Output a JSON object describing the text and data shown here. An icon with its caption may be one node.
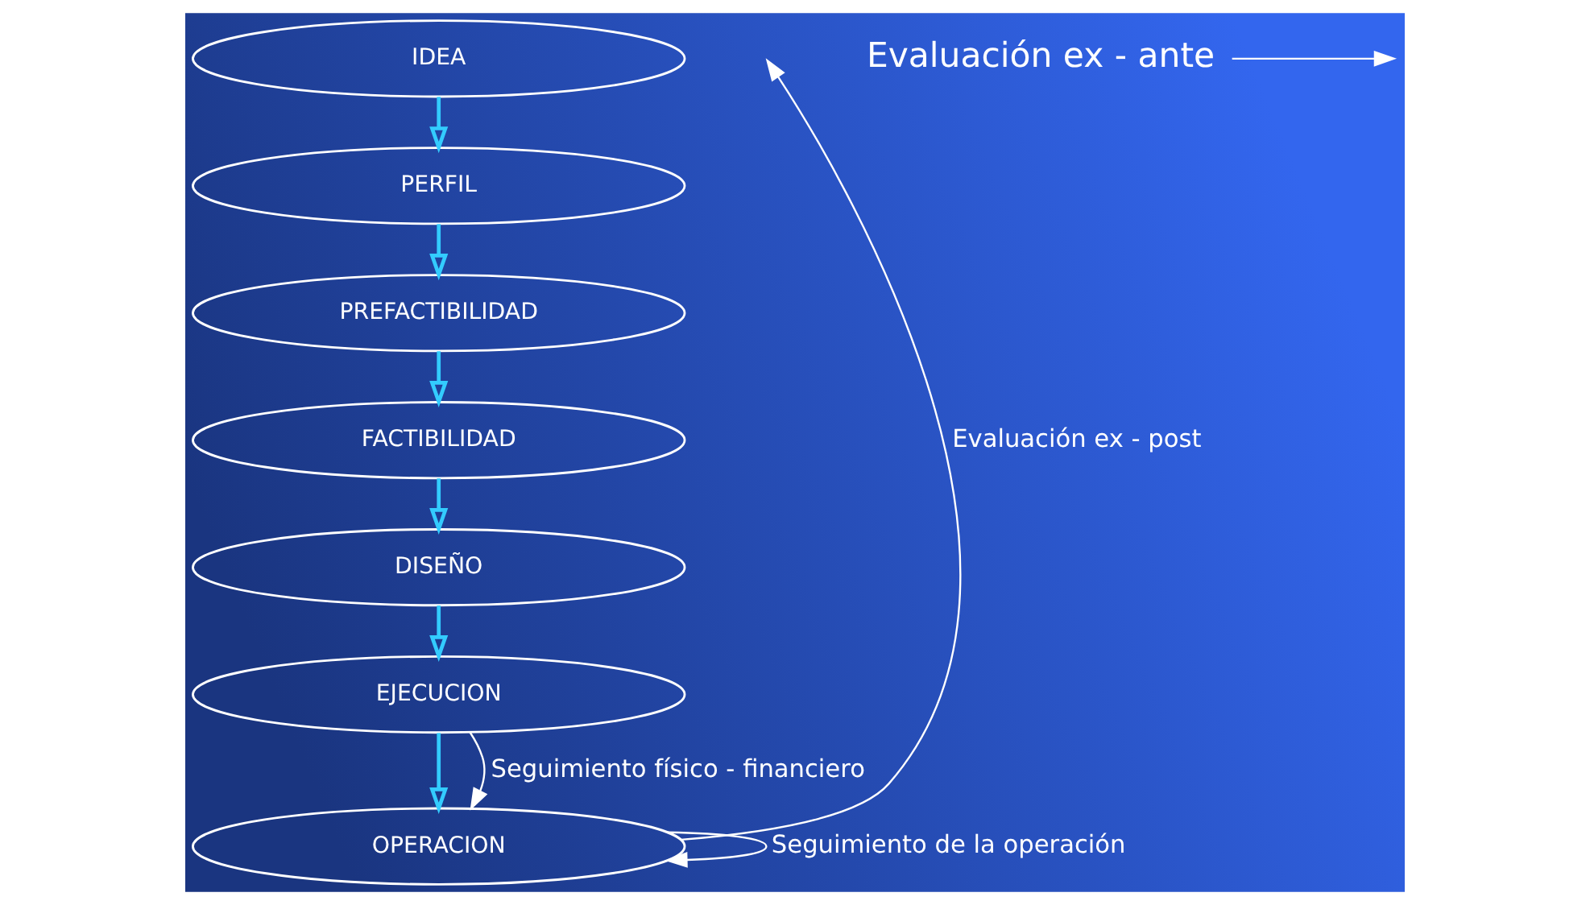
{
  "diagram": {
    "nodes": [
      {
        "text": [
          "IDEA"
        ]
      },
      {
        "text": [
          "PERFIL"
        ]
      },
      {
        "text": [
          "PREFACTIBILIDAD"
        ]
      },
      {
        "text": [
          "FACTIBILIDAD"
        ]
      },
      {
        "text": [
          "DISEÑO"
        ]
      },
      {
        "text": [
          "EJECUCION"
        ]
      },
      {
        "text": [
          "OPERACION"
        ]
      },
      {
        "text": [
          "Evaluación ex - ante"
        ]
      }
    ],
    "edges": [
      {
        "from": 0,
        "to": 1,
        "arrow": "to"
      },
      {
        "from": 1,
        "to": 2,
        "arrow": "to"
      },
      {
        "from": 2,
        "to": 3,
        "arrow": "to"
      },
      {
        "from": 3,
        "to": 4,
        "arrow": "to"
      },
      {
        "from": 4,
        "to": 5,
        "arrow": "to"
      },
      {
        "from": 5,
        "to": 6,
        "arrow": "to"
      },
      {
        "from": 5,
        "to": 6,
        "arrow": "to",
        "label": "Seguimiento físico - financiero",
        "color": "#ffffff"
      },
      {
        "from": 6,
        "to": 6,
        "arrow": "to",
        "label": "Seguimiento de la operación",
        "color": "#ffffff"
      },
      {
        "from": 7,
        "to": null,
        "arrow": "to",
        "color": "#ffffff"
      },
      {
        "from": 6,
        "to": null,
        "arrow": "to",
        "label": "Evaluación ex - post",
        "color": "#ffffff"
      }
    ]
  }
}
